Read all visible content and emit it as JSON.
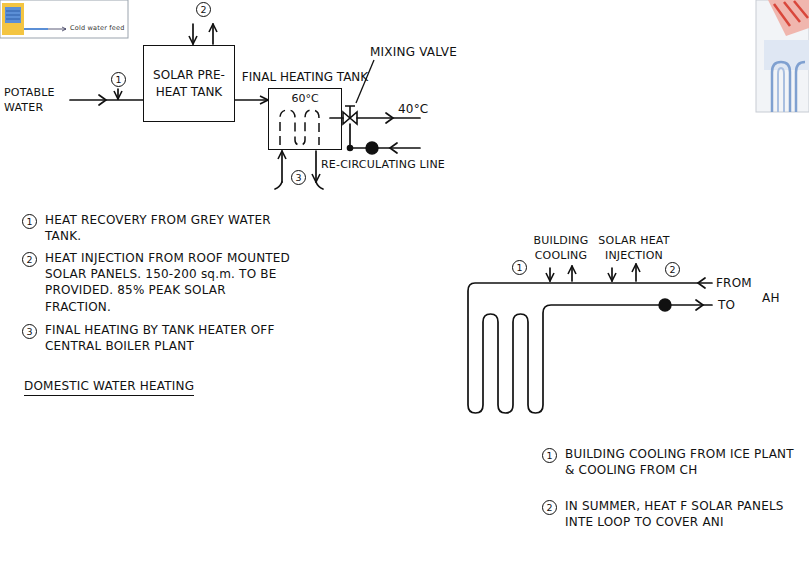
{
  "diagram": {
    "title": "DOMESTIC WATER HEATING",
    "nodes": [
      {
        "text": [
          "SOLAR PRE-HEAT TANK"
        ]
      },
      {
        "text": [
          "FINAL HEATING TANK",
          "60°C"
        ]
      }
    ],
    "edges": [
      {
        "from": 0,
        "to": 1,
        "arrow": "to"
      }
    ],
    "labels": [
      "Cold water feed",
      "2",
      "1",
      "POTABLE WATER",
      "MIXING VALVE",
      "40°C",
      "RE-CIRCULATING LINE",
      "3",
      "1",
      "HEAT RECOVERY FROM GREY WATER TANK.",
      "2",
      "HEAT INJECTION FROM ROOF MOUNTED SOLAR PANELS. 150-200 sq.m. TO BE PROVIDED. 85% PEAK SOLAR FRACTION.",
      "3",
      "FINAL HEATING BY TANK HEATER OFF CENTRAL BOILER PLANT",
      "1",
      "BUILDING COOLING",
      "SOLAR HEAT INJECTION",
      "2",
      "FROM",
      "AH",
      "TO",
      "1",
      "BUILDING COOLING FROM ICE PLANT & COOLING FROM CH",
      "2",
      "IN SUMMER, HEAT F SOLAR PANELS INTE LOOP TO COVER ANI"
    ]
  }
}
